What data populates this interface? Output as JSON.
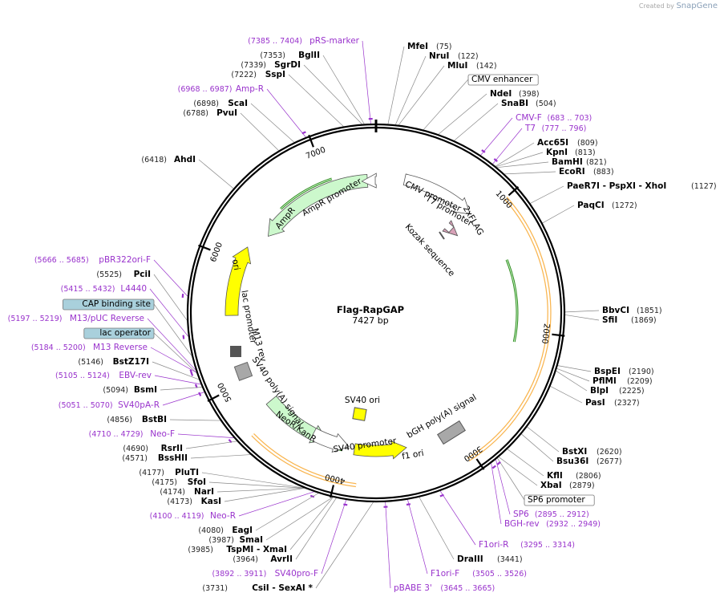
{
  "credit": {
    "prefix": "Created by",
    "brand": "SnapGene"
  },
  "plasmid": {
    "name": "Flag-RapGAP",
    "length_text": "7427 bp",
    "length": 7427
  },
  "ticks": [
    "1000",
    "2000",
    "3000",
    "4000",
    "5000",
    "6000",
    "7000"
  ],
  "features": [
    {
      "label": "CMV promoter",
      "color": "#ffffff"
    },
    {
      "label": "T7 promoter",
      "color": "#ffffff"
    },
    {
      "label": "2xFLAG",
      "color": "#d7a1b7"
    },
    {
      "label": "Kozak sequence",
      "color": "#ffffff"
    },
    {
      "label": "AmpR promoter",
      "color": "#ffffff"
    },
    {
      "label": "AmpR",
      "color": "#ccf8cc"
    },
    {
      "label": "ori",
      "color": "#ffff00"
    },
    {
      "label": "lac promoter",
      "color": "#ffffff"
    },
    {
      "label": "M13 rev",
      "color": "#ffffff"
    },
    {
      "label": "SV40 poly(A) signal",
      "color": "#ffffff"
    },
    {
      "label": "SV40 ori",
      "color": "#ffff00"
    },
    {
      "label": "NeoR/KanR",
      "color": "#ccf8cc"
    },
    {
      "label": "SV40 promoter",
      "color": "#ffffff"
    },
    {
      "label": "f1 ori",
      "color": "#ffff00"
    },
    {
      "label": "bGH poly(A) signal",
      "color": "#a8a8a8"
    }
  ],
  "labels_right": [
    {
      "name": "MfeI",
      "pos": "(75)",
      "kind": "enzyme"
    },
    {
      "name": "NruI",
      "pos": "(122)",
      "kind": "enzyme"
    },
    {
      "name": "MluI",
      "pos": "(142)",
      "kind": "enzyme"
    },
    {
      "name": "CMV enhancer",
      "pos": "",
      "kind": "boxed"
    },
    {
      "name": "NdeI",
      "pos": "(398)",
      "kind": "enzyme"
    },
    {
      "name": "SnaBI",
      "pos": "(504)",
      "kind": "enzyme"
    },
    {
      "name": "CMV-F",
      "pos": "(683 .. 703)",
      "kind": "primer"
    },
    {
      "name": "T7",
      "pos": "(777 .. 796)",
      "kind": "primer"
    },
    {
      "name": "Acc65I",
      "pos": "(809)",
      "kind": "enzyme"
    },
    {
      "name": "KpnI",
      "pos": "(813)",
      "kind": "enzyme"
    },
    {
      "name": "BamHI",
      "pos": "(821)",
      "kind": "enzyme"
    },
    {
      "name": "EcoRI",
      "pos": "(883)",
      "kind": "enzyme"
    },
    {
      "name": "PaeR7I - PspXI - XhoI",
      "pos": "(1127)",
      "kind": "enzyme"
    },
    {
      "name": "PaqCI",
      "pos": "(1272)",
      "kind": "enzyme"
    },
    {
      "name": "BbvCI",
      "pos": "(1851)",
      "kind": "enzyme"
    },
    {
      "name": "SfiI",
      "pos": "(1869)",
      "kind": "enzyme"
    },
    {
      "name": "BspEI",
      "pos": "(2190)",
      "kind": "enzyme"
    },
    {
      "name": "PflMI",
      "pos": "(2209)",
      "kind": "enzyme"
    },
    {
      "name": "BlpI",
      "pos": "(2225)",
      "kind": "enzyme"
    },
    {
      "name": "PasI",
      "pos": "(2327)",
      "kind": "enzyme"
    },
    {
      "name": "BstXI",
      "pos": "(2620)",
      "kind": "enzyme"
    },
    {
      "name": "Bsu36I",
      "pos": "(2677)",
      "kind": "enzyme"
    },
    {
      "name": "KflI",
      "pos": "(2806)",
      "kind": "enzyme"
    },
    {
      "name": "XbaI",
      "pos": "(2879)",
      "kind": "enzyme"
    },
    {
      "name": "SP6 promoter",
      "pos": "",
      "kind": "boxed"
    },
    {
      "name": "SP6",
      "pos": "(2895 .. 2912)",
      "kind": "primer"
    },
    {
      "name": "BGH-rev",
      "pos": "(2932 .. 2949)",
      "kind": "primer"
    },
    {
      "name": "F1ori-R",
      "pos": "(3295 .. 3314)",
      "kind": "primer"
    },
    {
      "name": "DraIII",
      "pos": "(3441)",
      "kind": "enzyme"
    },
    {
      "name": "F1ori-F",
      "pos": "(3505 .. 3526)",
      "kind": "primer"
    },
    {
      "name": "pBABE 3'",
      "pos": "(3645 .. 3665)",
      "kind": "primer"
    }
  ],
  "labels_left": [
    {
      "name": "pRS-marker",
      "pos": "(7385 .. 7404)",
      "kind": "primer"
    },
    {
      "name": "BglII",
      "pos": "(7353)",
      "kind": "enzyme"
    },
    {
      "name": "SgrDI",
      "pos": "(7339)",
      "kind": "enzyme"
    },
    {
      "name": "SspI",
      "pos": "(7222)",
      "kind": "enzyme"
    },
    {
      "name": "Amp-R",
      "pos": "(6968 .. 6987)",
      "kind": "primer"
    },
    {
      "name": "ScaI",
      "pos": "(6898)",
      "kind": "enzyme"
    },
    {
      "name": "PvuI",
      "pos": "(6788)",
      "kind": "enzyme"
    },
    {
      "name": "AhdI",
      "pos": "(6418)",
      "kind": "enzyme"
    },
    {
      "name": "pBR322ori-F",
      "pos": "(5666 .. 5685)",
      "kind": "primer"
    },
    {
      "name": "PciI",
      "pos": "(5525)",
      "kind": "enzyme"
    },
    {
      "name": "L4440",
      "pos": "(5415 .. 5432)",
      "kind": "primer"
    },
    {
      "name": "CAP binding site",
      "pos": "",
      "kind": "boxed-blue"
    },
    {
      "name": "M13/pUC Reverse",
      "pos": "(5197 .. 5219)",
      "kind": "primer"
    },
    {
      "name": "lac operator",
      "pos": "",
      "kind": "boxed-blue"
    },
    {
      "name": "M13 Reverse",
      "pos": "(5184 .. 5200)",
      "kind": "primer"
    },
    {
      "name": "BstZ17I",
      "pos": "(5146)",
      "kind": "enzyme"
    },
    {
      "name": "EBV-rev",
      "pos": "(5105 .. 5124)",
      "kind": "primer"
    },
    {
      "name": "BsmI",
      "pos": "(5094)",
      "kind": "enzyme"
    },
    {
      "name": "SV40pA-R",
      "pos": "(5051 .. 5070)",
      "kind": "primer"
    },
    {
      "name": "BstBI",
      "pos": "(4856)",
      "kind": "enzyme"
    },
    {
      "name": "Neo-F",
      "pos": "(4710 .. 4729)",
      "kind": "primer"
    },
    {
      "name": "RsrII",
      "pos": "(4690)",
      "kind": "enzyme"
    },
    {
      "name": "BssHII",
      "pos": "(4571)",
      "kind": "enzyme"
    },
    {
      "name": "PluTI",
      "pos": "(4177)",
      "kind": "enzyme"
    },
    {
      "name": "SfoI",
      "pos": "(4175)",
      "kind": "enzyme"
    },
    {
      "name": "NarI",
      "pos": "(4174)",
      "kind": "enzyme"
    },
    {
      "name": "KasI",
      "pos": "(4173)",
      "kind": "enzyme"
    },
    {
      "name": "Neo-R",
      "pos": "(4100 .. 4119)",
      "kind": "primer"
    },
    {
      "name": "EagI",
      "pos": "(4080)",
      "kind": "enzyme"
    },
    {
      "name": "SmaI",
      "pos": "(3987)",
      "kind": "enzyme"
    },
    {
      "name": "TspMI - XmaI",
      "pos": "(3985)",
      "kind": "enzyme"
    },
    {
      "name": "AvrII",
      "pos": "(3964)",
      "kind": "enzyme"
    },
    {
      "name": "SV40pro-F",
      "pos": "(3892 .. 3911)",
      "kind": "primer"
    },
    {
      "name": "CsiI - SexAI *",
      "pos": "(3731)",
      "kind": "enzyme"
    }
  ],
  "colors": {
    "enzyme": "#000000",
    "primer": "#9933cc",
    "pos": "#222222",
    "boxed_blue_fill": "#a9d0dc",
    "ring": "#000000",
    "orf": "#f8a830",
    "orf_inner": "#2f8a1e"
  }
}
